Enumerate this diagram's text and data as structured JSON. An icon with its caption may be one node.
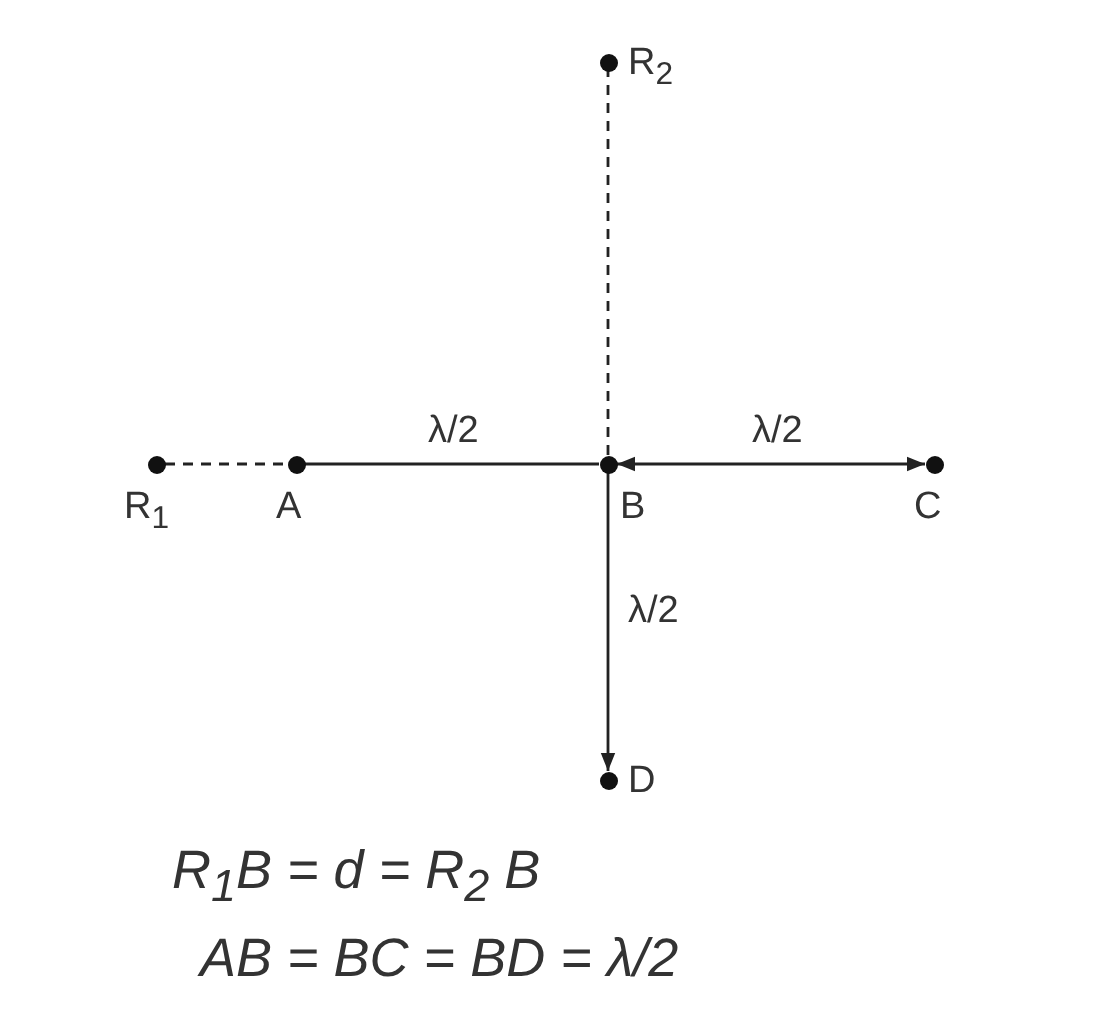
{
  "diagram": {
    "nodes": [
      {
        "text": [],
        "shape": "circle",
        "beside": [
          "R$_{2}$"
        ]
      },
      {
        "text": [],
        "shape": "circle",
        "beside": [
          "R$_{1}$"
        ]
      },
      {
        "text": [],
        "shape": "circle",
        "beside": [
          "A"
        ]
      },
      {
        "text": [],
        "shape": "circle",
        "beside": [
          "B"
        ]
      },
      {
        "text": [],
        "shape": "circle",
        "beside": [
          "C"
        ]
      },
      {
        "text": [],
        "shape": "circle",
        "beside": [
          "D"
        ]
      }
    ],
    "edges": [
      {
        "from": 1,
        "to": 2,
        "arrow": "none",
        "style": "dashed"
      },
      {
        "from": 2,
        "to": 3,
        "arrow": "none",
        "label": "λ/2"
      },
      {
        "from": 3,
        "to": 4,
        "arrow": "both",
        "label": "λ/2"
      },
      {
        "from": 3,
        "to": 0,
        "arrow": "none",
        "style": "dashed"
      },
      {
        "from": 3,
        "to": 5,
        "arrow": "to",
        "label": "λ/2"
      }
    ],
    "labels": [
      "R$_{1}$B = d = R$_{2}$ B",
      "AB = BC = BD = λ/2"
    ]
  }
}
